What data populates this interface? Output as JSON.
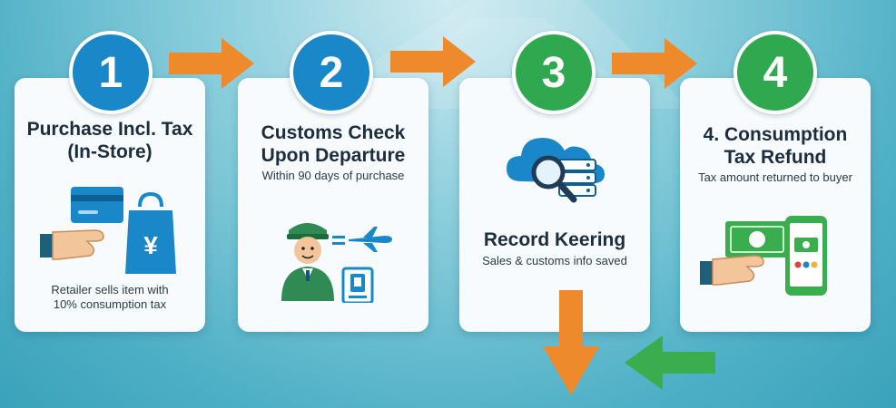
{
  "steps": [
    {
      "number": "1",
      "title": "Purchase Incl. Tax\n(In-Store)",
      "subtitle": "Retailer sells item with\n10% consumption tax"
    },
    {
      "number": "2",
      "title": "Customs Check\nUpon Departure",
      "subtitle": "Within 90 days of purchase"
    },
    {
      "number": "3",
      "title": "Record Keering",
      "subtitle": "Sales & customs info saved"
    },
    {
      "number": "4",
      "title": "4. Consumption\nTax Refund",
      "subtitle": "Tax amount returned to buyer"
    }
  ],
  "colors": {
    "badge_blue": "#1a87c9",
    "badge_green": "#2fa84f",
    "arrow_orange": "#ee8a2c",
    "arrow_green": "#3aad4e"
  },
  "icons": {
    "step1": "hand-card-shopping-bag-yen-icon",
    "step2": "customs-officer-airplane-passport-icon",
    "step3": "cloud-database-search-icon",
    "step4": "hand-cash-smartphone-icon"
  }
}
